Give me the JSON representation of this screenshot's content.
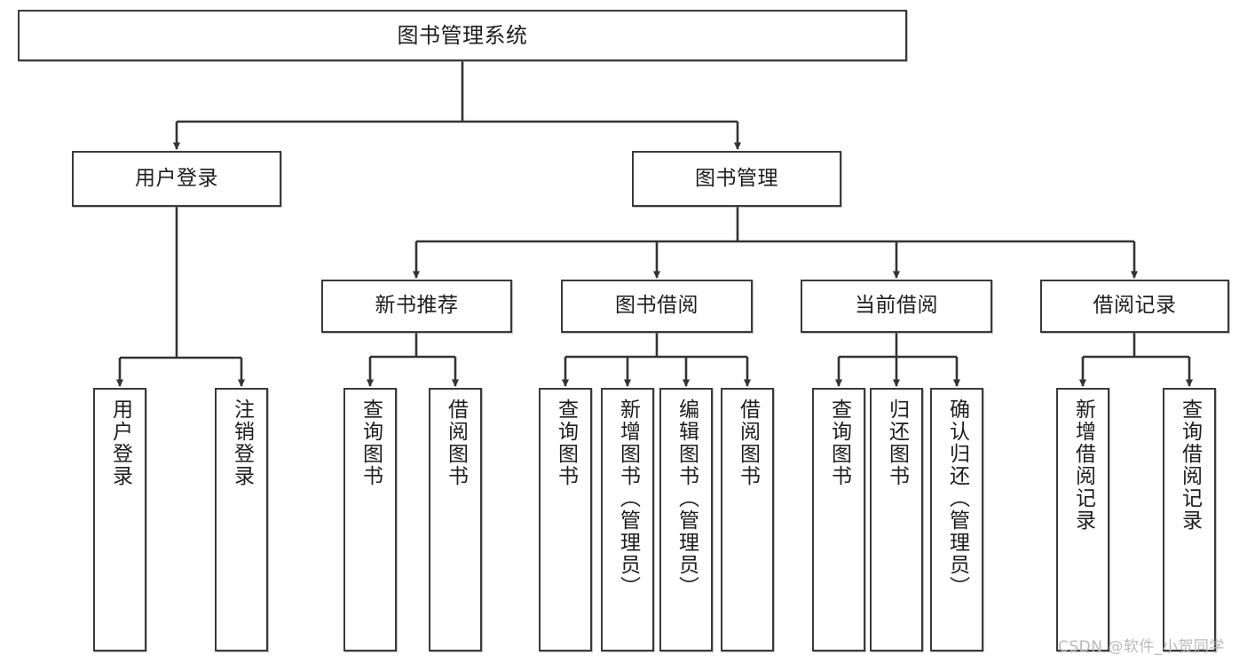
{
  "diagram": {
    "title": "图书管理系统",
    "type": "功能结构图",
    "background_color": "#ffffff",
    "box_border_color": "#3a3a3a",
    "connector_color": "#333333",
    "text_color": "#1d1d1d"
  },
  "watermark": {
    "text": "CSDN @软件_小贺同学",
    "color": "#b9b9b9"
  },
  "nodes": {
    "root": {
      "label": "图书管理系统",
      "level": 1,
      "orientation": "horizontal"
    },
    "level2": [
      {
        "id": "user-login",
        "label": "用户登录",
        "orientation": "horizontal"
      },
      {
        "id": "book-manage",
        "label": "图书管理",
        "orientation": "horizontal"
      }
    ],
    "level3": [
      {
        "id": "new-book-recommend",
        "label": "新书推荐",
        "orientation": "horizontal"
      },
      {
        "id": "book-borrow",
        "label": "图书借阅",
        "orientation": "horizontal"
      },
      {
        "id": "current-borrow",
        "label": "当前借阅",
        "orientation": "horizontal"
      },
      {
        "id": "borrow-record",
        "label": "借阅记录",
        "orientation": "horizontal"
      }
    ],
    "leaves": {
      "user-login": [
        {
          "id": "leaf-user-login",
          "label": "用户登录",
          "orientation": "vertical"
        },
        {
          "id": "leaf-logout",
          "label": "注销登录",
          "orientation": "vertical"
        }
      ],
      "new-book-recommend": [
        {
          "id": "leaf-query-book-1",
          "label": "查询图书",
          "orientation": "vertical"
        },
        {
          "id": "leaf-borrow-book-1",
          "label": "借阅图书",
          "orientation": "vertical"
        }
      ],
      "book-borrow": [
        {
          "id": "leaf-query-book-2",
          "label": "查询图书",
          "orientation": "vertical"
        },
        {
          "id": "leaf-add-book",
          "label": "新增图书（管理员）",
          "orientation": "vertical"
        },
        {
          "id": "leaf-edit-book",
          "label": "编辑图书（管理员）",
          "orientation": "vertical"
        },
        {
          "id": "leaf-borrow-book-2",
          "label": "借阅图书",
          "orientation": "vertical"
        }
      ],
      "current-borrow": [
        {
          "id": "leaf-query-book-3",
          "label": "查询图书",
          "orientation": "vertical"
        },
        {
          "id": "leaf-return-book",
          "label": "归还图书",
          "orientation": "vertical"
        },
        {
          "id": "leaf-confirm-return",
          "label": "确认归还（管理员）",
          "orientation": "vertical"
        }
      ],
      "borrow-record": [
        {
          "id": "leaf-add-record",
          "label": "新增借阅记录",
          "orientation": "vertical"
        },
        {
          "id": "leaf-query-record",
          "label": "查询借阅记录",
          "orientation": "vertical"
        }
      ]
    }
  }
}
